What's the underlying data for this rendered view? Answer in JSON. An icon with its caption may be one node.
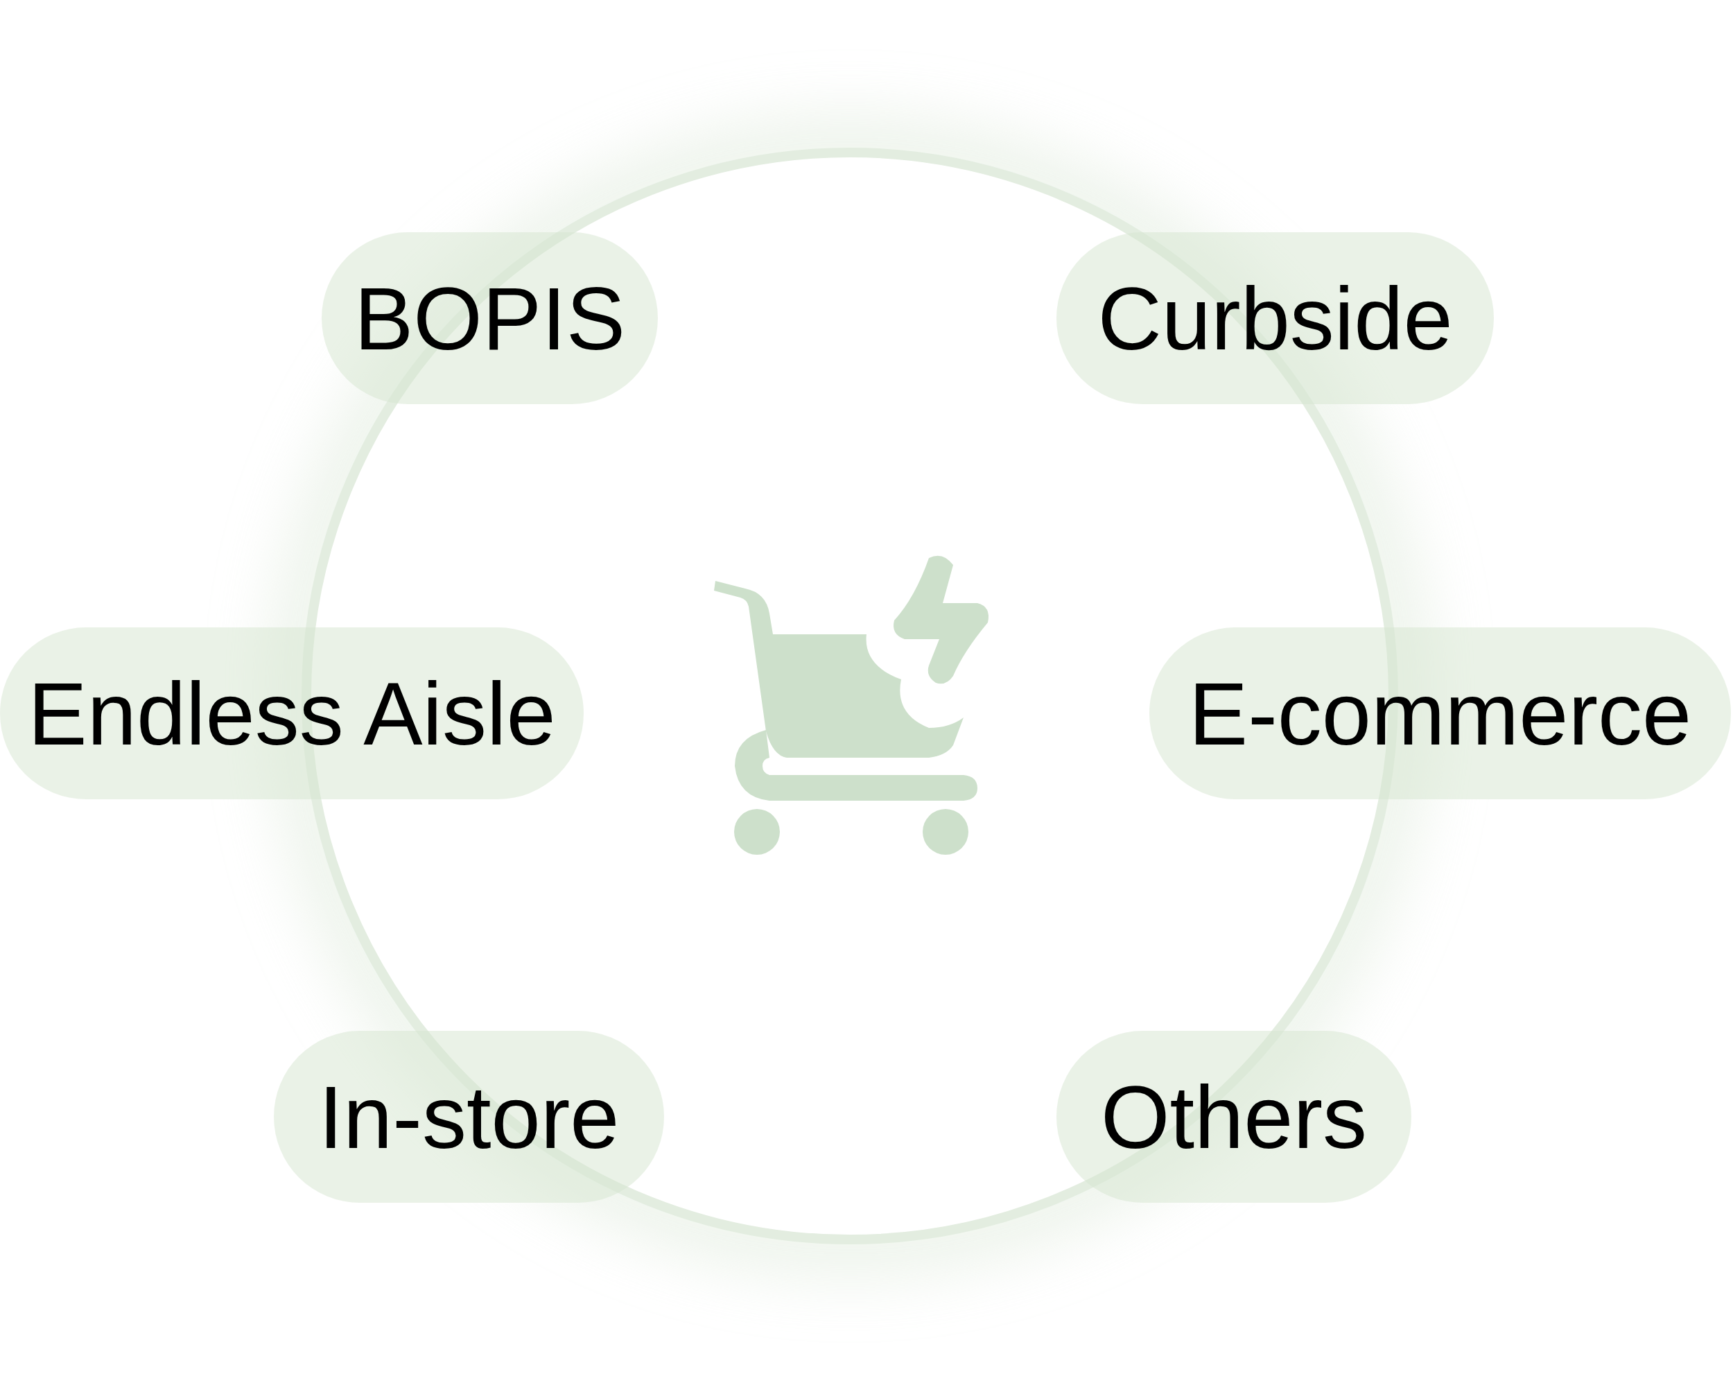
{
  "diagram": {
    "nodes": [
      {
        "text": [
          "BOPIS"
        ]
      },
      {
        "text": [
          "Curbside"
        ]
      },
      {
        "text": [
          "Endless Aisle"
        ]
      },
      {
        "text": [
          "E-commerce"
        ]
      },
      {
        "text": [
          "In-store"
        ]
      },
      {
        "text": [
          "Others"
        ]
      }
    ],
    "edges": []
  }
}
